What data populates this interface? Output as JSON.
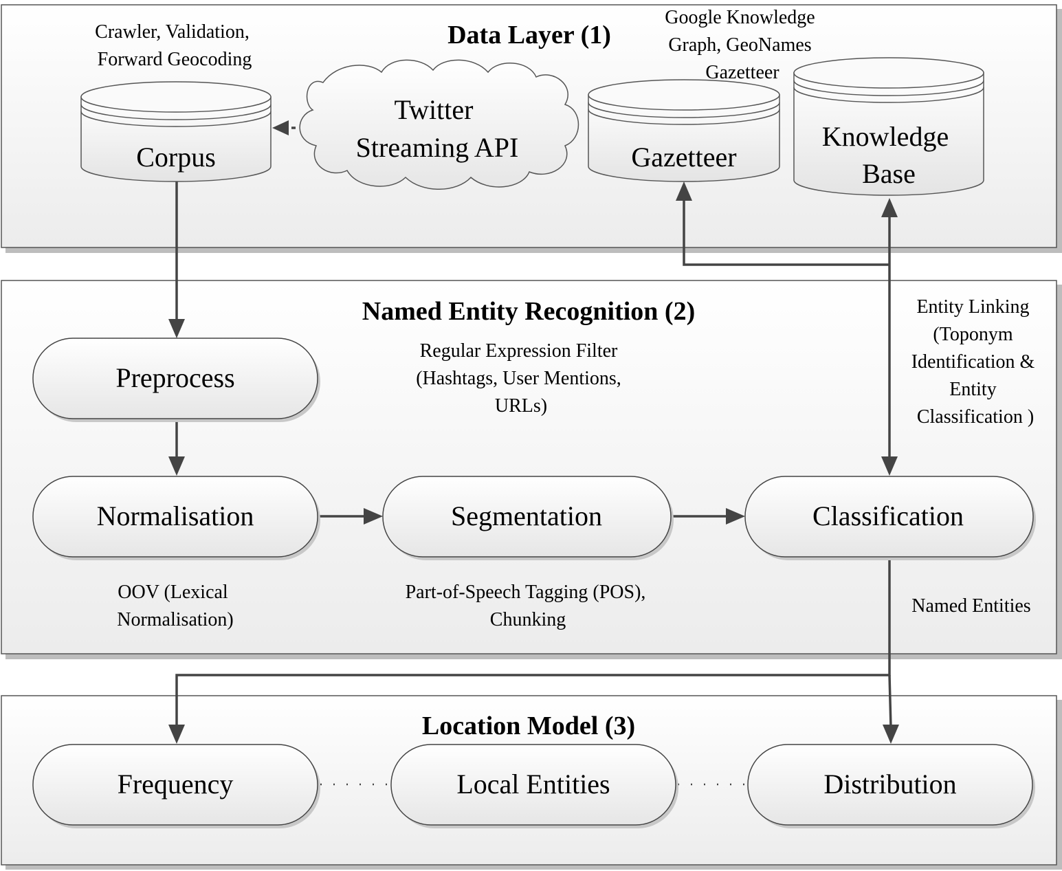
{
  "layers": {
    "data": {
      "title": "Data Layer (1)"
    },
    "ner": {
      "title": "Named Entity Recognition (2)"
    },
    "location": {
      "title": "Location Model (3)"
    }
  },
  "nodes": {
    "corpus": "Corpus",
    "twitter": [
      "Twitter",
      "Streaming API"
    ],
    "gazetteer": "Gazetteer",
    "knowledge_base": [
      "Knowledge",
      "Base"
    ],
    "preprocess": "Preprocess",
    "normalisation": "Normalisation",
    "segmentation": "Segmentation",
    "classification": "Classification",
    "frequency": "Frequency",
    "local_entities": "Local Entities",
    "distribution": "Distribution"
  },
  "annotations": {
    "corpus_note": [
      "Crawler, Validation,",
      "Forward Geocoding"
    ],
    "gazetteer_note": [
      "Google Knowledge",
      "Graph, GeoNames",
      "Gazetteer"
    ],
    "regex_note": [
      "Regular Expression Filter",
      "(Hashtags, User Mentions,",
      "URLs)"
    ],
    "entity_linking_note": [
      "Entity Linking",
      "(Toponym",
      "Identification &",
      "Entity",
      "Classification )"
    ],
    "oov_note": [
      "OOV (Lexical",
      "Normalisation)"
    ],
    "pos_note": [
      "Part-of-Speech Tagging (POS),",
      "Chunking"
    ],
    "named_entities_note": "Named Entities"
  }
}
